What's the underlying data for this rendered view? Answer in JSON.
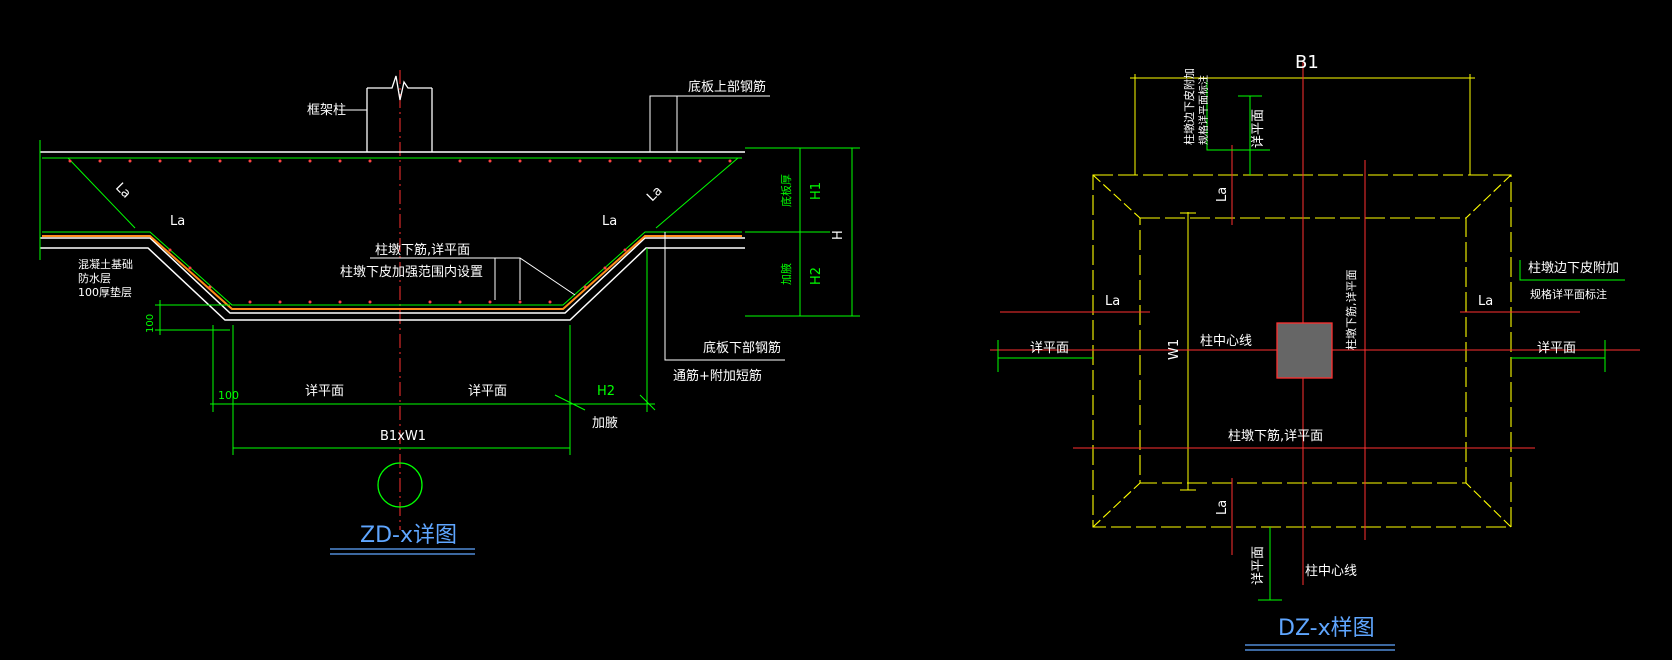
{
  "left_detail": {
    "title": "ZD-x详图",
    "labels": {
      "frame_column": "框架柱",
      "top_rebar": "底板上部钢筋",
      "bottom_rebar": "底板下部钢筋",
      "through_rebar": "通筋+附加短筋",
      "concrete_layer_1": "混凝土基础",
      "concrete_layer_2": "防水层",
      "concrete_layer_3": "100厚垫层",
      "col_under_1": "柱墩下筋,详平面",
      "col_under_2": "柱墩下皮加强范围内设置",
      "anchor_la_1": "La",
      "anchor_la_2": "La",
      "anchor_la_3": "La",
      "anchor_la_4": "La",
      "h1": "H1",
      "h2": "H2",
      "h": "H",
      "thick": "底板厚",
      "haunch_side": "加腋",
      "dim_100_left": "100",
      "dim_100_bottom": "100",
      "see_plan_1": "详平面",
      "see_plan_2": "详平面",
      "h2_bottom": "H2",
      "haunch": "加腋",
      "b1w1": "B1xW1"
    }
  },
  "right_detail": {
    "title": "DZ-x样图",
    "labels": {
      "b1": "B1",
      "w1": "W1",
      "col_center_1": "柱中心线",
      "col_center_2": "柱中心线",
      "col_under": "柱墩下筋,详平面",
      "extra_right": "柱墩边下皮附加",
      "extra_right_2": "规格详平面标注",
      "extra_top_1": "柱墩边下皮附加",
      "extra_top_2": "规格详平面标注",
      "see_plan_left": "详平面",
      "see_plan_right": "详平面",
      "see_plan_top": "详平面",
      "see_plan_bottom": "详平面",
      "la_left": "La",
      "la_right": "La",
      "la_top": "La",
      "la_bottom": "La"
    }
  },
  "colors": {
    "background": "#000000",
    "green": "#00ff00",
    "yellow": "#ffff00",
    "red": "#ff3030",
    "white": "#ffffff",
    "title_blue": "#5fa6ff",
    "column_fill": "#666666",
    "orange": "#ff8c1a"
  }
}
